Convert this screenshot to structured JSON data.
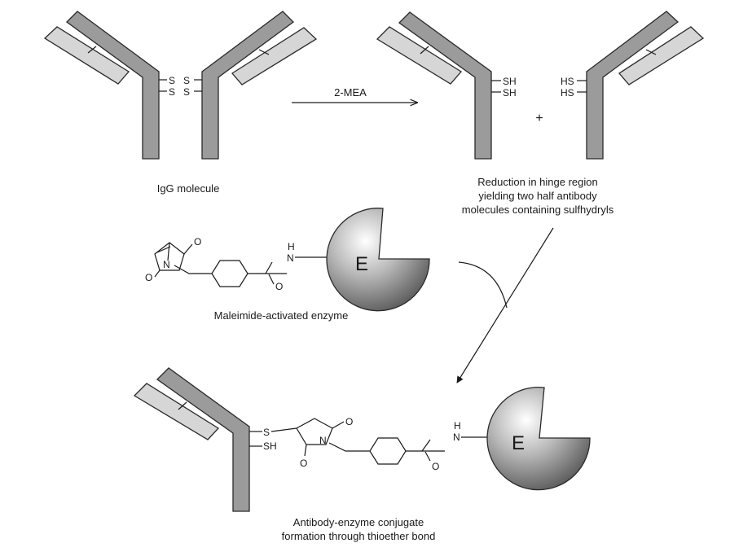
{
  "reaction": {
    "reagent": "2-MEA",
    "plus": "+"
  },
  "labels": {
    "igg": "IgG molecule",
    "reduction": [
      "Reduction in hinge region",
      "yielding two half antibody",
      "molecules containing sulfhydryls"
    ],
    "maleimide": "Maleimide-activated enzyme",
    "conjugate": [
      "Antibody-enzyme conjugate",
      "formation through thioether bond"
    ]
  },
  "atoms": {
    "s": "S",
    "sh": "SH",
    "hs": "HS",
    "o": "O",
    "n": "N",
    "h": "H",
    "enzyme": "E"
  },
  "colors": {
    "heavy_chain": "#9b9b9b",
    "light_chain": "#d6d6d6",
    "enzyme_fill": "#8a8a8a"
  }
}
